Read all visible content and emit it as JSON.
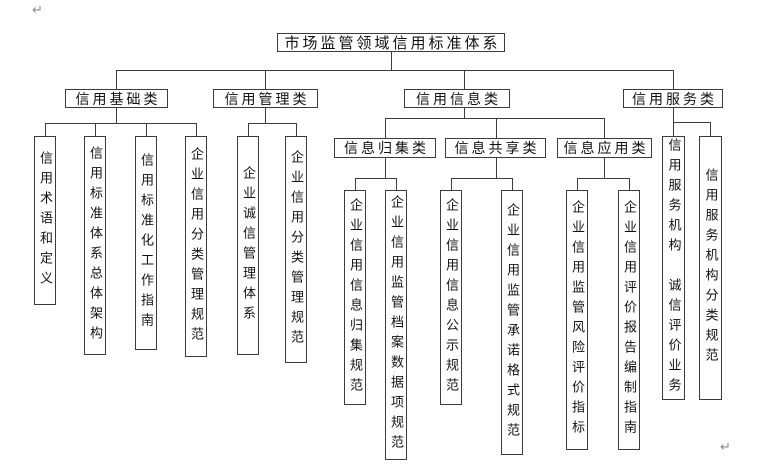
{
  "tree": {
    "root": {
      "label": "市场监管领域信用标准体系"
    },
    "branches": [
      {
        "label": "信用基础类",
        "children": [
          "信用术语和定义",
          "信用标准体系总体架构",
          "信用标准化工作指南",
          "企业信用分类管理规范"
        ]
      },
      {
        "label": "信用管理类",
        "children": [
          "企业诚信管理体系",
          "企业信用分类管理规范"
        ]
      },
      {
        "label": "信用信息类",
        "subgroups": [
          {
            "label": "信息归集类",
            "children": [
              "企业信用信息归集规范",
              "企业信用监管档案数据项规范"
            ]
          },
          {
            "label": "信息共享类",
            "children": [
              "企业信用信息公示规范",
              "企业信用监管承诺格式规范"
            ]
          },
          {
            "label": "信息应用类",
            "children": [
              "企业信用监管风险评价指标",
              "企业信用评价报告编制指南"
            ]
          }
        ]
      },
      {
        "label": "信用服务类",
        "children": [
          "信用服务机构　诚信评价业务",
          "信用服务机构分类规范"
        ]
      }
    ]
  },
  "marks": {
    "paragraph": "↵"
  },
  "colors": {
    "background": "#ffffff",
    "line": "#3c3c3c",
    "box_border": "#3c3c3c",
    "text": "#111111",
    "paragraph_mark": "#8a8a8a"
  }
}
